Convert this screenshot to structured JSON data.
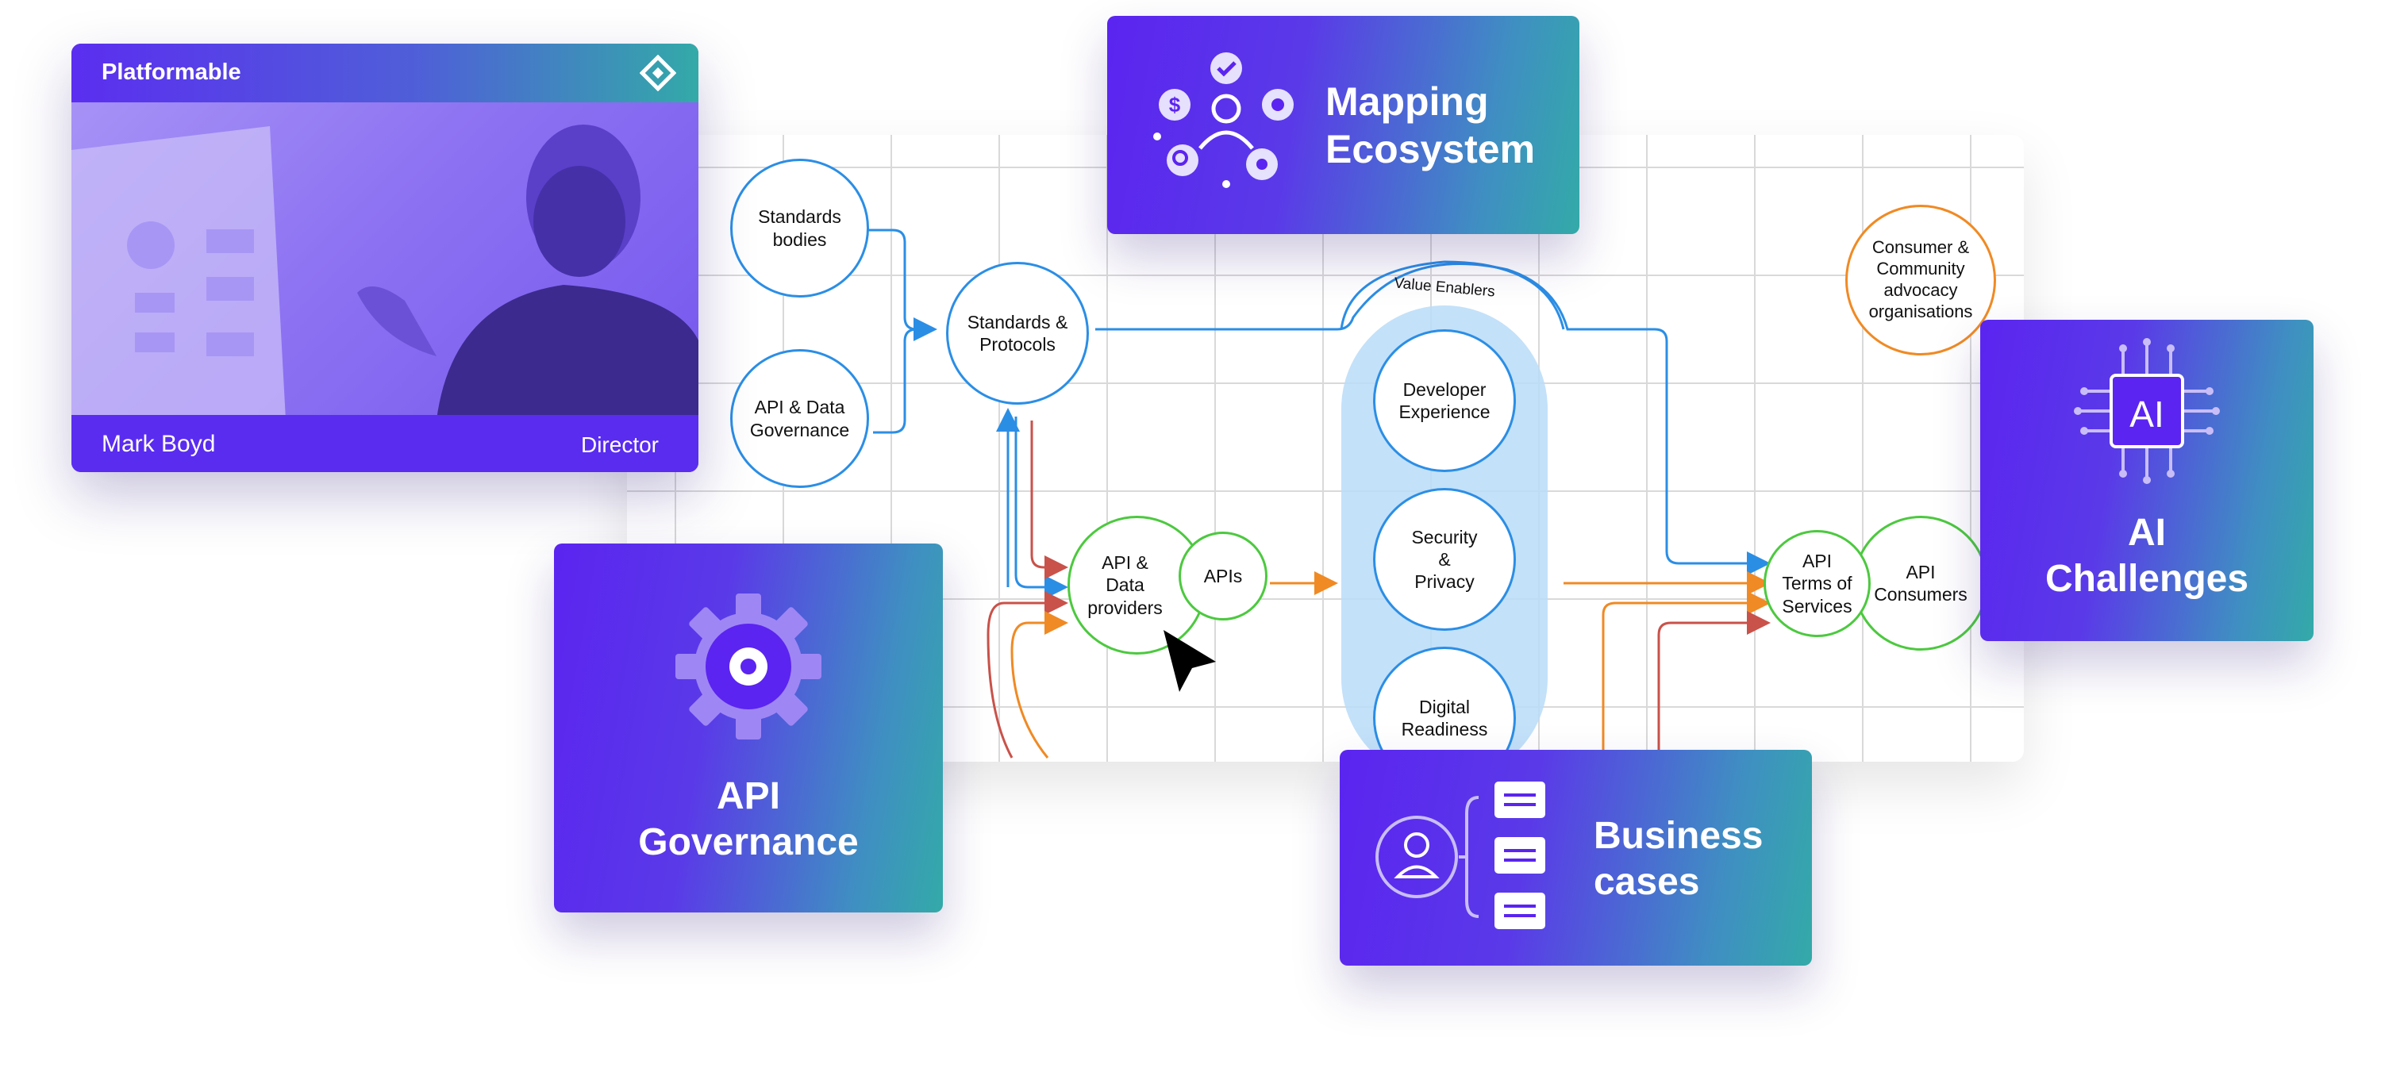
{
  "profile": {
    "brand": "Platformable",
    "name": "Mark Boyd",
    "role": "Director",
    "logo_icon": "platformable-diamond-icon"
  },
  "cards": {
    "mapping": {
      "title": "Mapping\nEcosystem",
      "icon": "ecosystem-people-icon"
    },
    "governance": {
      "title": "API\nGovernance",
      "icon": "gear-icon"
    },
    "business": {
      "title": "Business\ncases",
      "icon": "user-list-icon"
    },
    "ai": {
      "title": "AI\nChallenges",
      "icon": "ai-chip-icon",
      "chip_text": "AI"
    }
  },
  "diagram": {
    "value_enablers_label": "Value Enablers",
    "nodes": {
      "standards_bodies": "Standards\nbodies",
      "api_data_governance": "API & Data\nGovernance",
      "standards_protocols": "Standards &\nProtocols",
      "api_data_providers": "API &\nData\nproviders",
      "apis": "APIs",
      "developer_experience": "Developer\nExperience",
      "security_privacy": "Security\n&\nPrivacy",
      "digital_readiness": "Digital\nReadiness",
      "consumer_community": "Consumer &\nCommunity\nadvocacy\norganisations",
      "api_terms": "API\nTerms of\nServices",
      "api_consumers": "API\nConsumers"
    }
  },
  "colors": {
    "gradient_start": "#5b24f0",
    "gradient_end": "#33aaa8",
    "blue_line": "#2b8ee5",
    "green_line": "#4cc93f",
    "orange_line": "#f08a24",
    "red_line": "#c9524a"
  }
}
